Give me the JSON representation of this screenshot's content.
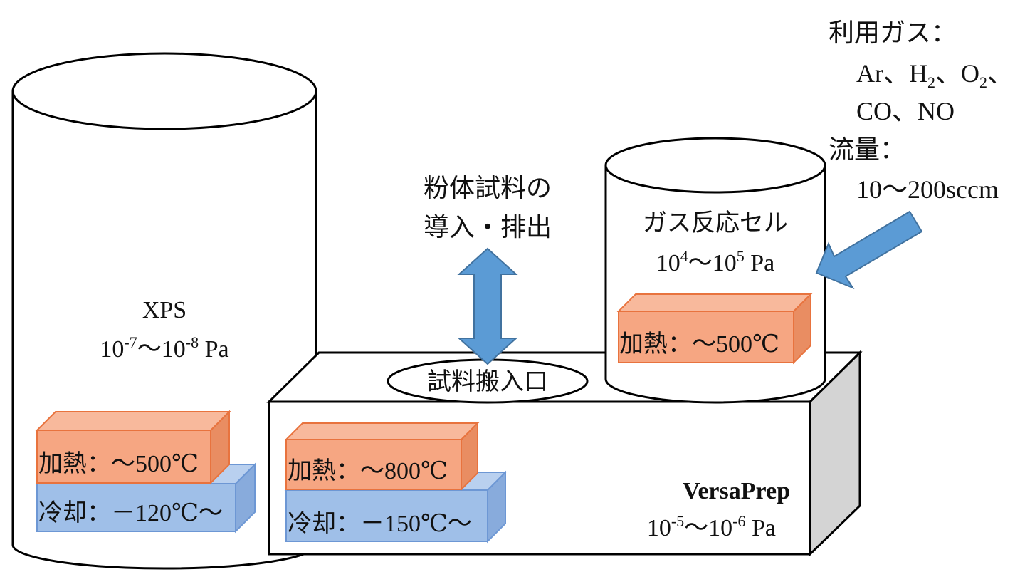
{
  "gas_info": {
    "label": "利用ガス：",
    "line1_a": "Ar、H",
    "line1_sub1": "2",
    "line1_b": "、O",
    "line1_sub2": "2",
    "line1_c": "、",
    "line2": "CO、NO",
    "flow_label": "流量：",
    "flow_value": "10～200sccm"
  },
  "powder": {
    "line1": "粉体試料の",
    "line2": "導入・排出"
  },
  "gas_cell": {
    "title": "ガス反応セル",
    "p_a": "10",
    "p_sup1": "4",
    "p_b": "～10",
    "p_sup2": "5",
    "p_c": " Pa",
    "heat_label": "加熱：～500℃"
  },
  "xps": {
    "title": "XPS",
    "p_a": "10",
    "p_sup1": "-7",
    "p_b": "～10",
    "p_sup2": "-8",
    "p_c": " Pa",
    "heat_label": "加熱：～500℃",
    "cool_label": "冷却：－120℃～"
  },
  "versaprep": {
    "title": "VersaPrep",
    "p_a": "10",
    "p_sup1": "-5",
    "p_b": "～10",
    "p_sup2": "-6",
    "p_c": "  Pa",
    "heat_label": "加熱：～800℃",
    "cool_label": "冷却：－150℃～"
  },
  "port_label": "試料搬入口",
  "colors": {
    "heat_fill": "#f6a682",
    "heat_top": "#f8b99c",
    "heat_side": "#e98d62",
    "heat_stroke": "#e8733e",
    "cool_fill": "#9fbfe8",
    "cool_top": "#b9d0ef",
    "cool_side": "#88abdc",
    "cool_stroke": "#6d97d4",
    "arrow_fill": "#5b9bd5",
    "arrow_stroke": "#41729f",
    "box_side": "#d4d4d4"
  }
}
